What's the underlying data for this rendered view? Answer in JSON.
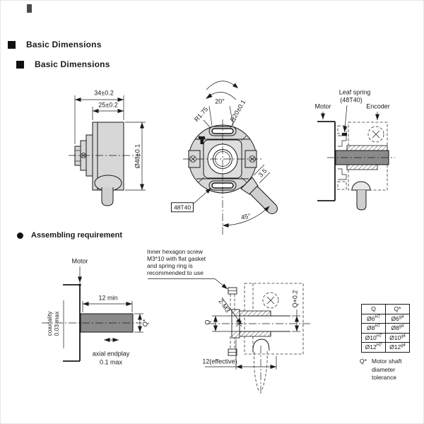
{
  "headers": {
    "basic1": "Basic Dimensions",
    "basic2": "Basic Dimensions",
    "assembling": "Assembling requirement"
  },
  "side_view": {
    "dim_depth_total": "34±0.2",
    "dim_depth_body": "25±0.2",
    "dim_diameter": "Ø48±0.1"
  },
  "front_view": {
    "angle_rotation": "20°",
    "radius_slot": "R1.75",
    "radius_slot_center": "R20±0.1",
    "dim_cable": "3.5",
    "angle_cable": "45°",
    "spring_model": "48T40"
  },
  "assembly_view": {
    "leaf_spring_label_1": "Leaf spring",
    "leaf_spring_label_2": "(48T40)",
    "motor_label": "Motor",
    "encoder_label": "Encoder"
  },
  "mounting_view": {
    "motor_label": "Motor",
    "dim_shaft_length": "12 min",
    "coaxiality_line1": "coaxiality",
    "coaxiality_line2": "0.03 max",
    "shaft_dia_label": "Q*",
    "endplay_line1": "axial endplay",
    "endplay_line2": "0.1 max"
  },
  "screw_note": {
    "lines": [
      "Inner hexagon screw",
      "M3*10 with flat gasket",
      "and spring ring is",
      "recommended to use"
    ]
  },
  "section_view": {
    "screw_label": "2-M3",
    "bore_label": "Q",
    "hub_bore_label": "Q+0.2",
    "dim_effective": "12(effective)"
  },
  "tolerance_table": {
    "col1_header": "Q",
    "col2_header": "Q*",
    "rows": [
      {
        "q": "Ø6",
        "q_tol": "H7",
        "qs": "Ø6",
        "qs_tol": "g4"
      },
      {
        "q": "Ø8",
        "q_tol": "H7",
        "qs": "Ø8",
        "qs_tol": "g4"
      },
      {
        "q": "Ø10",
        "q_tol": "H7",
        "qs": "Ø10",
        "qs_tol": "g4"
      },
      {
        "q": "Ø12",
        "q_tol": "H7",
        "qs": "Ø12",
        "qs_tol": "g4"
      }
    ],
    "caption_prefix": "Q*",
    "caption_line1": "Motor shaft",
    "caption_line2": "diameter",
    "caption_line3": "tolerance"
  },
  "colors": {
    "body_fill": "#d7d7d7",
    "shaft_fill": "#8a8a8a",
    "cable_fill": "#cfcfcf",
    "ink": "#1a1a1a"
  }
}
